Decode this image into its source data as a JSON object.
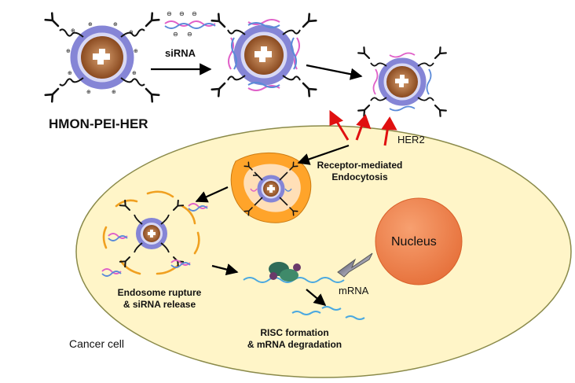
{
  "labels": {
    "construct": "HMON-PEI-HER",
    "sirna": "siRNA",
    "her2": "HER2",
    "endocytosis_line1": "Receptor-mediated",
    "endocytosis_line2": "Endocytosis",
    "nucleus": "Nucleus",
    "mrna": "mRNA",
    "rupture_line1": "Endosome rupture",
    "rupture_line2": "& siRNA release",
    "risc_line1": "RISC formation",
    "risc_line2": "& mRNA degradation",
    "cell": "Cancer cell"
  },
  "colors": {
    "cell_fill": "#fff5c8",
    "cell_stroke": "#8a8a4a",
    "nucleus_fill": "#f08a4e",
    "endosome_fill": "#ffa42a",
    "particle_core": "#b0703a",
    "particle_shell": "#8585d6",
    "receptor_arrow": "#e01010",
    "sirna_pink": "#e060c8",
    "sirna_blue": "#5a8ad8",
    "risc_green": "#2f6b58",
    "risc_purple": "#6a3a6a"
  }
}
